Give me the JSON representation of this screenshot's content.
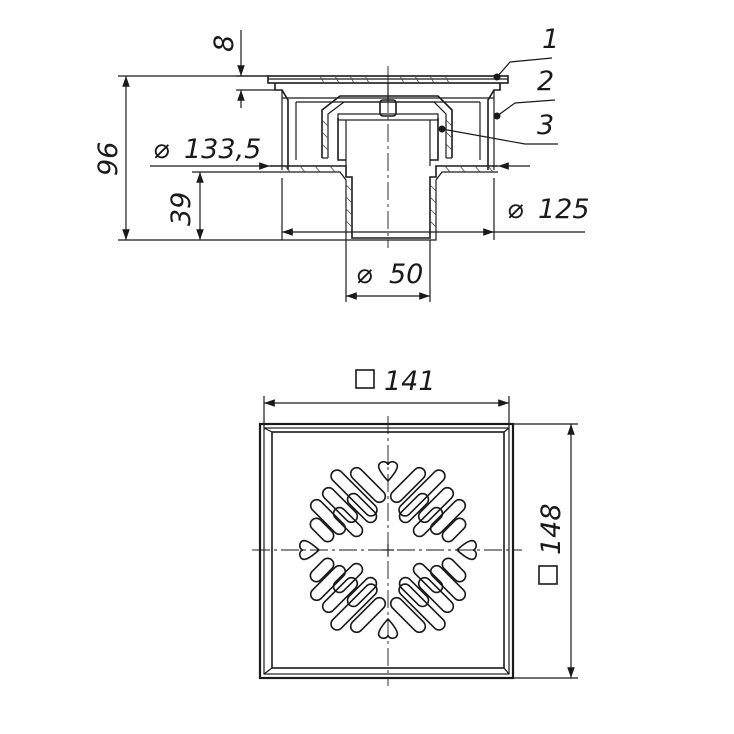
{
  "side_view": {
    "dim_height_total": "96",
    "dim_height_top": "8",
    "dim_height_lower": "39",
    "dim_diameter_flange": "133,5",
    "dim_diameter_body": "125",
    "dim_diameter_outlet": "50",
    "part_labels": [
      "1",
      "2",
      "3"
    ]
  },
  "top_view": {
    "dim_width": "141",
    "dim_height": "148"
  },
  "symbols": {
    "diameter": "⌀",
    "square": "□"
  },
  "colors": {
    "line": "#1a1a1a",
    "background": "#ffffff"
  }
}
